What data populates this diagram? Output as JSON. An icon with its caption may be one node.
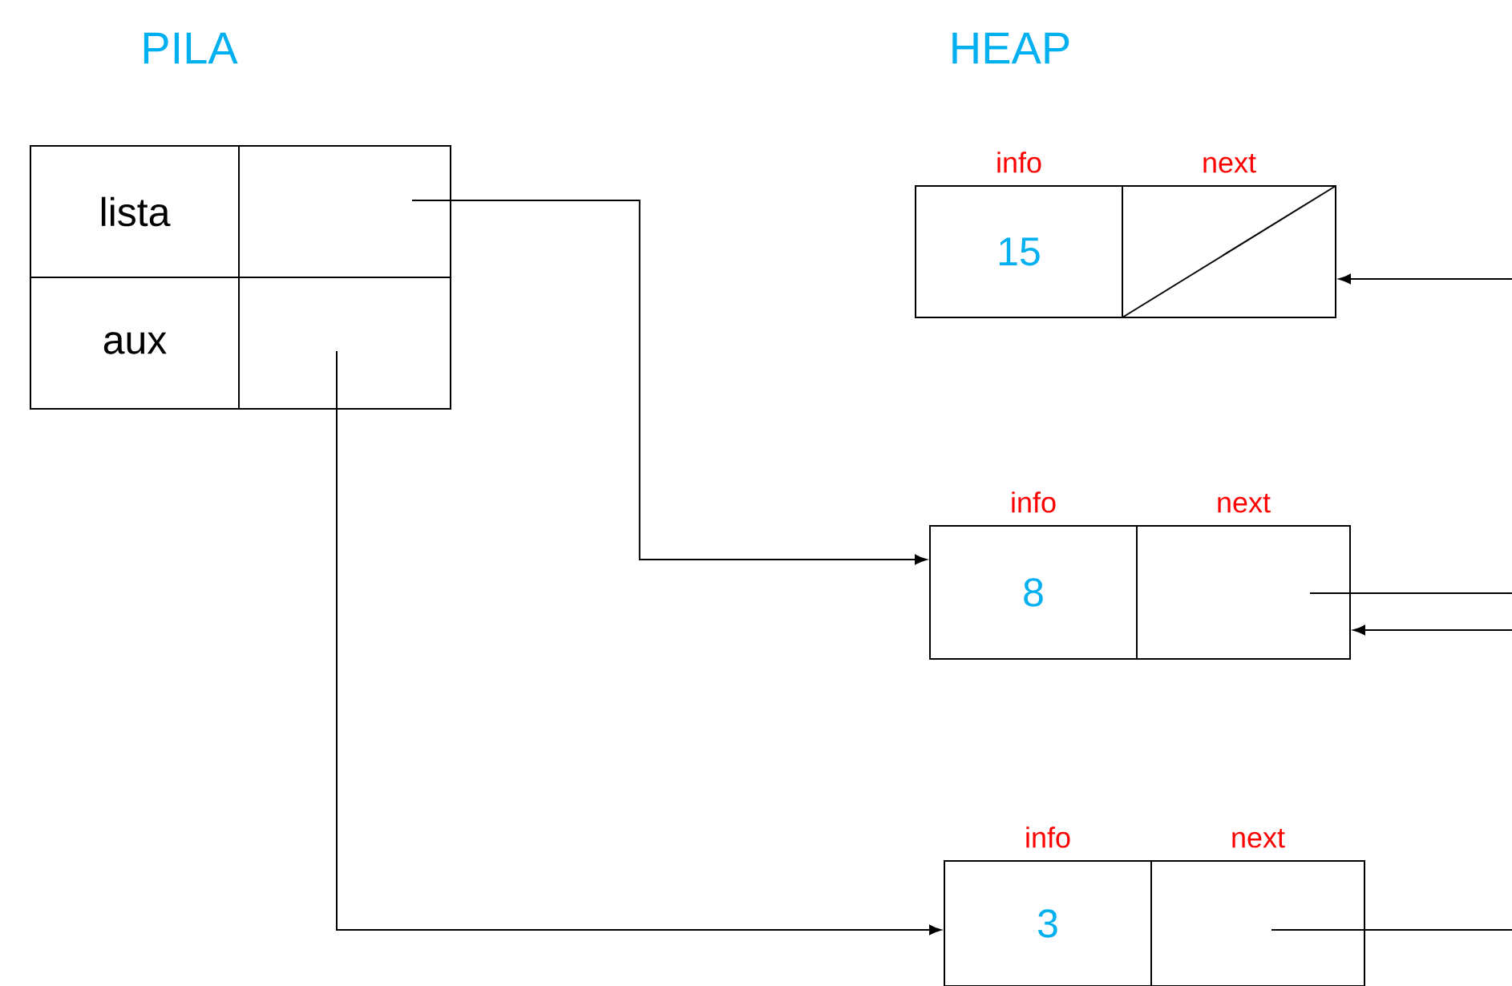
{
  "diagram": {
    "nodes": [
      {
        "text": [
          "lista"
        ]
      },
      {
        "text": [],
        "shape": "box"
      },
      {
        "text": [
          "aux"
        ]
      },
      {
        "text": [],
        "shape": "box"
      },
      {
        "text": [
          "15"
        ],
        "beside": [
          "info"
        ]
      },
      {
        "text": [],
        "shape": "box",
        "beside": [
          "next"
        ]
      },
      {
        "text": [
          "8"
        ],
        "beside": [
          "info"
        ]
      },
      {
        "text": [],
        "shape": "box",
        "beside": [
          "next"
        ]
      },
      {
        "text": [
          "3"
        ],
        "beside": [
          "info"
        ]
      },
      {
        "text": [],
        "shape": "box",
        "beside": [
          "next"
        ]
      }
    ],
    "edges": [
      {
        "from": 1,
        "to": 6,
        "arrow": "to"
      },
      {
        "from": 3,
        "to": 8,
        "arrow": "to"
      },
      {
        "from": null,
        "to": 5,
        "arrow": "to"
      },
      {
        "from": 7,
        "to": null,
        "arrow": "none"
      },
      {
        "from": null,
        "to": 7,
        "arrow": "to"
      },
      {
        "from": 9,
        "to": null,
        "arrow": "none"
      }
    ],
    "labels": [
      "PILA",
      "HEAP"
    ]
  }
}
